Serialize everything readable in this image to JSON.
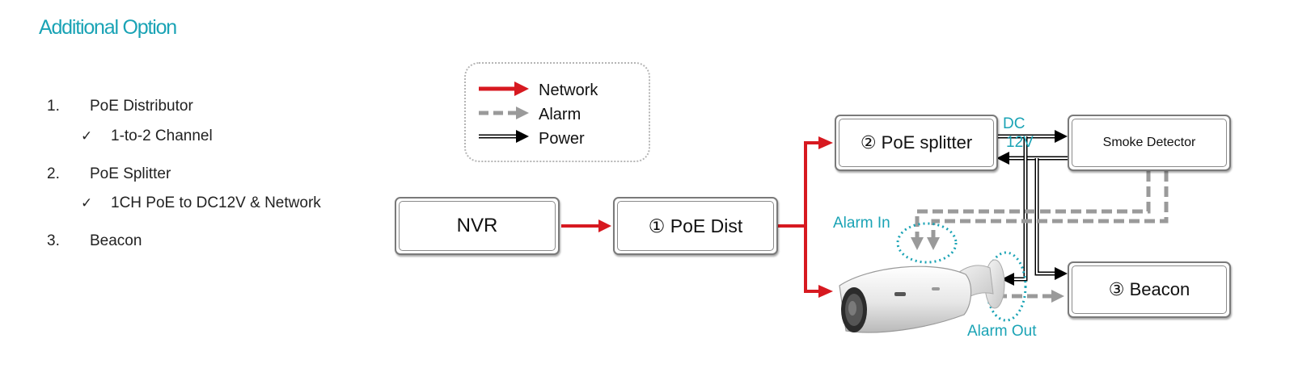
{
  "title": "Additional Option",
  "options": [
    {
      "num": "1.",
      "label": "PoE Distributor",
      "detail": "1-to-2 Channel"
    },
    {
      "num": "2.",
      "label": "PoE Splitter",
      "detail": "1CH PoE to DC12V & Network"
    },
    {
      "num": "3.",
      "label": "Beacon",
      "detail": ""
    }
  ],
  "legend": {
    "network": "Network",
    "alarm": "Alarm",
    "power": "Power"
  },
  "nodes": {
    "nvr": "NVR",
    "poe_dist": "① PoE Dist",
    "poe_splitter": "② PoE splitter",
    "smoke_detector": "Smoke Detector",
    "beacon": "③ Beacon"
  },
  "labels": {
    "dc": "DC",
    "v12": "12V",
    "alarm_in": "Alarm In",
    "alarm_out": "Alarm Out"
  },
  "colors": {
    "network": "#d71920",
    "alarm": "#9a9a9a",
    "power": "#000000",
    "accent": "#1aa3b5"
  },
  "icons": [
    "check-icon",
    "camera-icon"
  ]
}
